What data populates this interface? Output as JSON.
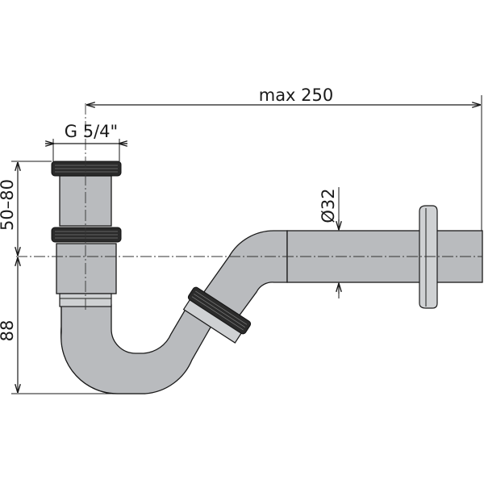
{
  "dimensions": {
    "max_length": "max 250",
    "thread": "G 5/4\"",
    "height_adjust": "50–80",
    "depth": "88",
    "diameter": "Ø32"
  },
  "colors": {
    "pipe": "#b9bbbe",
    "nut": "#2b2b2b",
    "lines": "#1a1a1a"
  }
}
